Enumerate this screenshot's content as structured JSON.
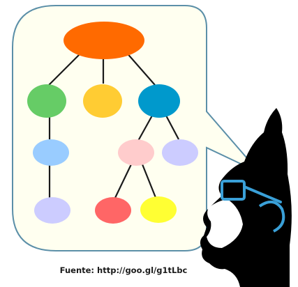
{
  "caption": "Fuente: http://goo.gl/g1tLbc",
  "colors": {
    "bubble_fill": "#fffff0",
    "bubble_stroke": "#5b8fa8",
    "edge": "#1a1a1a",
    "head": "#000000",
    "glasses": "#3aa0d8",
    "face_highlight": "#ffffff"
  },
  "tree": {
    "root": {
      "name": "root-node",
      "color": "#ff6a00"
    },
    "children": [
      {
        "name": "node-green",
        "color": "#66cc66"
      },
      {
        "name": "node-yellow",
        "color": "#ffcc33"
      },
      {
        "name": "node-blue",
        "color": "#0099cc"
      },
      {
        "name": "node-light-blue",
        "color": "#99ccff"
      },
      {
        "name": "node-pink",
        "color": "#ffcccc"
      },
      {
        "name": "node-lavender-right",
        "color": "#ccccff"
      },
      {
        "name": "node-lavender-bottom",
        "color": "#ccccff"
      },
      {
        "name": "node-red",
        "color": "#ff6666"
      },
      {
        "name": "node-bright-yellow",
        "color": "#ffff33"
      }
    ]
  }
}
